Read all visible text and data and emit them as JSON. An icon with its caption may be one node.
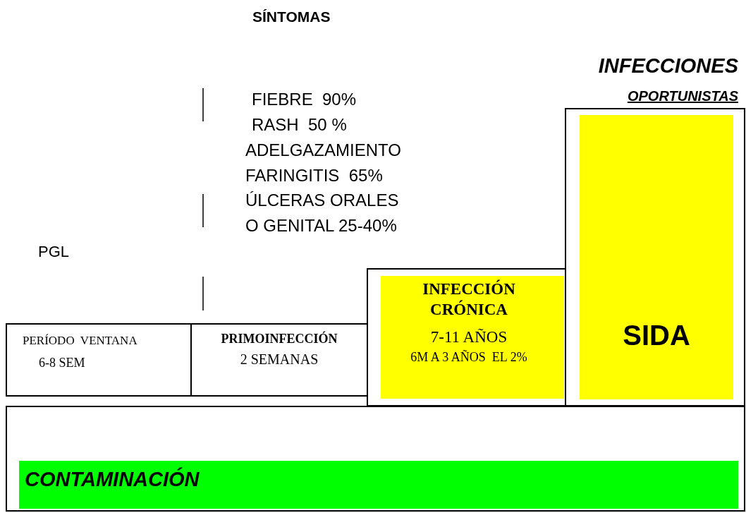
{
  "diagram": {
    "title": "SÍNTOMAS",
    "nodes": [
      {
        "text": [],
        "shape": "box"
      },
      {
        "text": [
          "CONTAMINACIÓN"
        ],
        "in": 0
      },
      {
        "text": [
          "PERÍODO  VENTANA",
          "6-8 SEM"
        ]
      },
      {
        "text": [
          "PRIMOINFECCIÓN",
          "2 SEMANAS"
        ]
      },
      {
        "text": [],
        "shape": "box"
      },
      {
        "text": [
          "INFECCIÓN CRÓNICA",
          "7-11 AÑOS",
          "6M A 3 AÑOS  EL 2%"
        ],
        "in": 4
      },
      {
        "text": [
          "INFECCIONES",
          "OPORTUNISTAS"
        ]
      },
      {
        "text": [
          "SIDA"
        ],
        "in": 6
      }
    ],
    "edges": [],
    "labels": [
      "FIEBRE  90%",
      "RASH  50 %",
      "ADELGAZAMIENTO",
      "FARINGITIS  65%",
      "ÚLCERAS ORALES",
      "O GENITAL 25-40%",
      "PGL"
    ]
  }
}
